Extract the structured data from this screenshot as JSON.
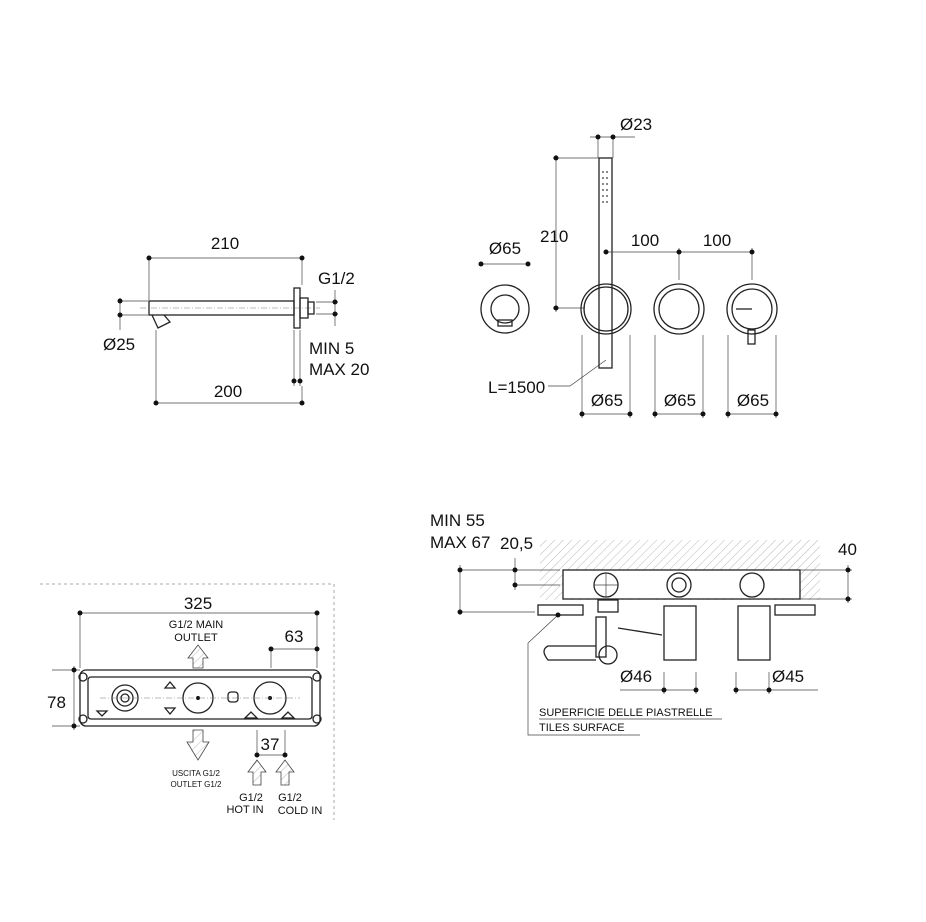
{
  "spout": {
    "length_top": "210",
    "thread": "G1/2",
    "diameter": "Ø25",
    "min": "MIN 5",
    "max": "MAX 20",
    "length_bottom": "200"
  },
  "hand_shower_set": {
    "shower_diameter": "Ø23",
    "shower_height": "210",
    "spacing_1": "100",
    "spacing_2": "100",
    "holder_diameter": "Ø65",
    "hose_length": "L=1500",
    "plate_diameters": [
      "Ø65",
      "Ø65",
      "Ø65"
    ]
  },
  "side_section": {
    "min": "MIN 55",
    "max": "MAX 67",
    "offset": "20,5",
    "depth": "40",
    "diameter_1": "Ø46",
    "diameter_2": "Ø45",
    "tiles_it": "SUPERFICIE DELLE PIASTRELLE",
    "tiles_en": "TILES SURFACE"
  },
  "body_box": {
    "width": "325",
    "main_outlet_1": "G1/2  MAIN",
    "main_outlet_2": "OUTLET",
    "right_offset": "63",
    "height": "78",
    "inlet_spacing": "37",
    "outlet_it": "USCITA G1/2",
    "outlet_en": "OUTLET G1/2",
    "hot_thread": "G1/2",
    "hot_label": "HOT IN",
    "cold_thread": "G1/2",
    "cold_label": "COLD IN"
  }
}
